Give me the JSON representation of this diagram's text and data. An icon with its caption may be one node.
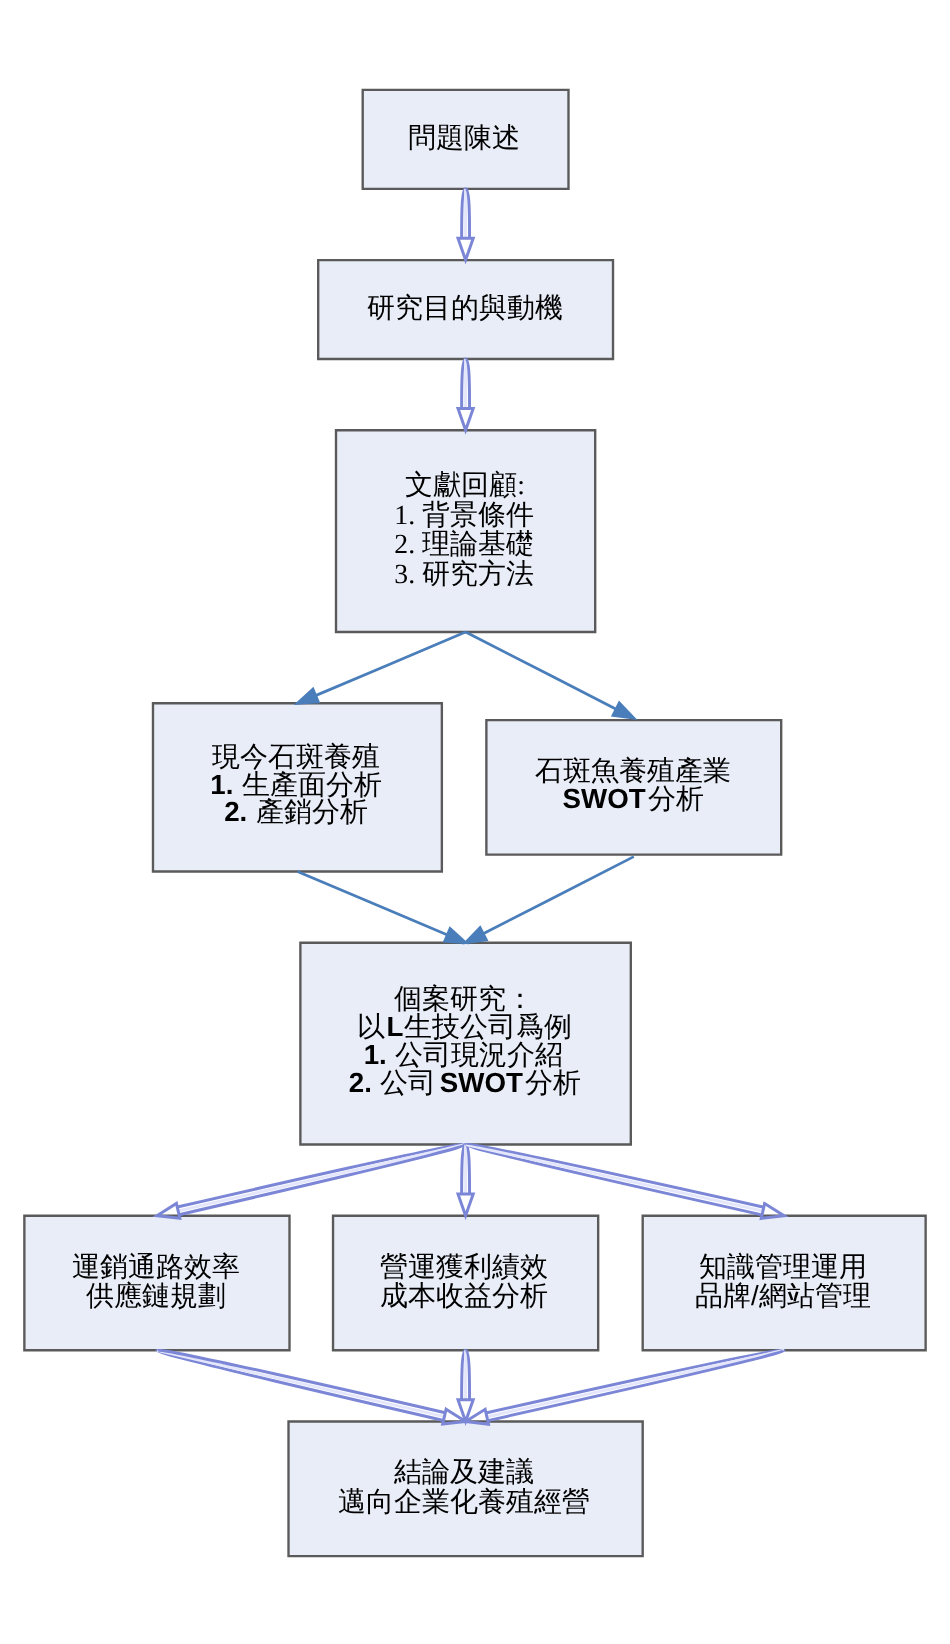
{
  "diagram": {
    "nodes": [
      {
        "text": [
          "問題陳述"
        ]
      },
      {
        "text": [
          "研究目的與動機"
        ]
      },
      {
        "text": [
          "文獻回顧:",
          "1. 背景條件",
          "2. 理論基礎",
          "3. 研究方法"
        ]
      },
      {
        "text": [
          "現今石斑養殖",
          "**1.** 生產面分析",
          "**2.** 產銷分析"
        ]
      },
      {
        "text": [
          "石斑魚養殖產業**SWOT**分析"
        ]
      },
      {
        "text": [
          "個案研究：",
          "以**L**生技公司爲例",
          "**1.** 公司現況介紹",
          "**2.** 公司**SWOT**分析"
        ]
      },
      {
        "text": [
          "運銷通路效率",
          "供應鏈規劃"
        ]
      },
      {
        "text": [
          "營運獲利績效",
          "成本收益分析"
        ]
      },
      {
        "text": [
          "知識管理運用",
          "品牌/網站管理"
        ]
      },
      {
        "text": [
          "結論及建議",
          "邁向企業化養殖經營"
        ]
      }
    ],
    "edges": [
      {
        "from": 0,
        "to": 1,
        "arrow": "to"
      },
      {
        "from": 1,
        "to": 2,
        "arrow": "to"
      },
      {
        "from": 2,
        "to": 3,
        "arrow": "to",
        "color": "#4a7ebb"
      },
      {
        "from": 2,
        "to": 4,
        "arrow": "to",
        "color": "#4a7ebb"
      },
      {
        "from": 3,
        "to": 5,
        "arrow": "to",
        "color": "#4a7ebb"
      },
      {
        "from": 4,
        "to": 5,
        "arrow": "to",
        "color": "#4a7ebb"
      },
      {
        "from": 5,
        "to": 6,
        "arrow": "to"
      },
      {
        "from": 5,
        "to": 7,
        "arrow": "to"
      },
      {
        "from": 5,
        "to": 8,
        "arrow": "to"
      },
      {
        "from": 6,
        "to": 9,
        "arrow": "to"
      },
      {
        "from": 7,
        "to": 9,
        "arrow": "to"
      },
      {
        "from": 8,
        "to": 9,
        "arrow": "to"
      }
    ]
  }
}
